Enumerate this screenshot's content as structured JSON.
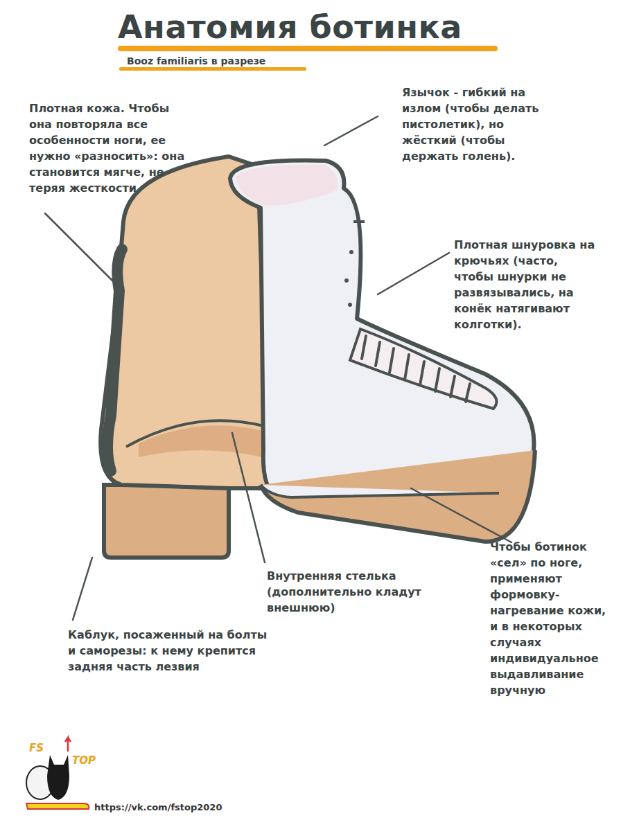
{
  "diagram": {
    "title": "Анатомия ботинка",
    "labels": [
      "Booz familiaris в разрезе",
      "Плотная кожа. Чтобы она повторяла все особенности ноги, ее нужно «разносить»: она становится мягче, не теряя жесткости",
      "Язычок - гибкий на излом (чтобы делать пистолетик), но жёсткий (чтобы держать голень).",
      "Плотная шнуровка на крючьях (часто, чтобы шнурки не развязывались, на конёк натягивают колготки).",
      "Чтобы ботинок «сел» по ноге, применяют формовку-нагревание кожи, и в некоторых случаях индивидуальное выдавливание вручную",
      "Внутренняя стелька (дополнительно кладут внешнюю)",
      "Каблук, посаженный на болты и саморезы: к нему крепится задняя часть лезвия",
      "FS",
      "TOP",
      "https://vk.com/fstop2020"
    ]
  }
}
